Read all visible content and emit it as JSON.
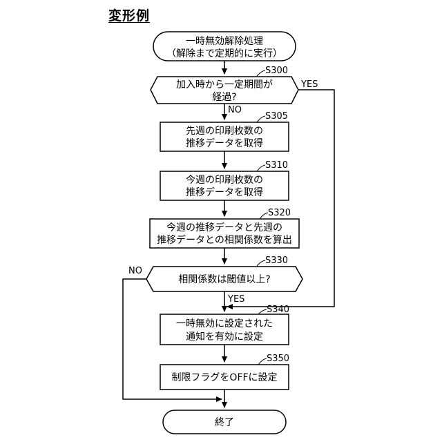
{
  "title": "変形例",
  "start": {
    "line1": "一時無効解除処理",
    "line2": "（解除まで定期的に実行）"
  },
  "decision1": {
    "step": "S300",
    "line1": "加入時から一定期間が",
    "line2": "経過?",
    "yes": "YES",
    "no": "NO"
  },
  "process1": {
    "step": "S305",
    "line1": "先週の印刷枚数の",
    "line2": "推移データを取得"
  },
  "process2": {
    "step": "S310",
    "line1": "今週の印刷枚数の",
    "line2": "推移データを取得"
  },
  "process3": {
    "step": "S320",
    "line1": "今週の推移データと先週の",
    "line2": "推移データとの相関係数を算出"
  },
  "decision2": {
    "step": "S330",
    "line1": "相関係数は閾値以上?",
    "yes": "YES",
    "no": "NO"
  },
  "process4": {
    "step": "S340",
    "line1": "一時無効に設定された",
    "line2": "通知を有効に設定"
  },
  "process5": {
    "step": "S350",
    "line1": "制限フラグをOFFに設定"
  },
  "end": {
    "line1": "終了"
  }
}
